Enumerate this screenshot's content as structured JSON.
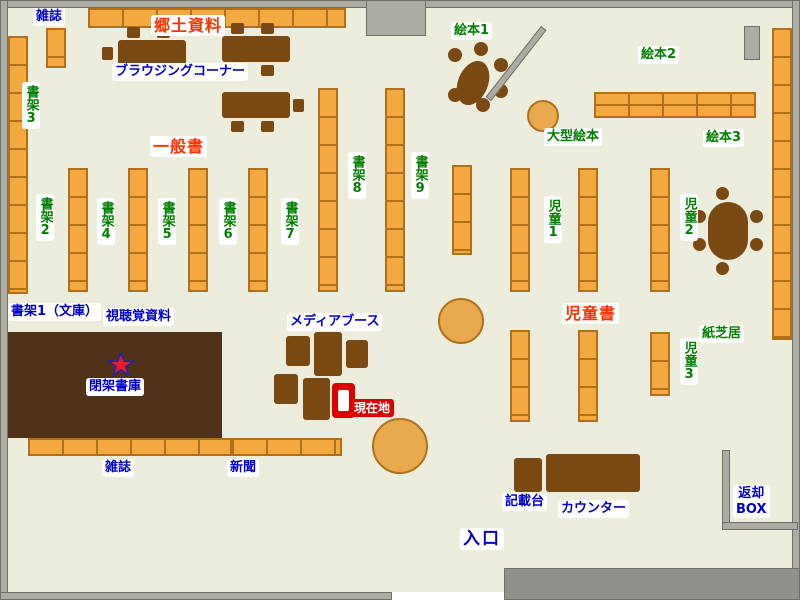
{
  "colors": {
    "floor": "#EDEDDE",
    "wall-fill": "#ACACA2",
    "wall-edge": "#70706A",
    "wall-dark": "#90908A",
    "shelf-fill": "#F3A93F",
    "shelf-edge": "#B3701A",
    "furniture": "#7B4A12",
    "stacks-fill": "#4F3217",
    "round-fill": "#E9A94E",
    "green": "#008000",
    "blue": "#0000CC",
    "red": "#FF3300",
    "marker-red": "#DD0000",
    "label-bg": "#FFFFFF"
  },
  "labels": {
    "magazines_top": "雑誌",
    "local_materials": "郷土資料",
    "browsing_corner": "ブラウジングコーナー",
    "general_books": "一般書",
    "shelf1_bunko": "書架1（文庫）",
    "shelf2": "書架2",
    "shelf3": "書架3",
    "shelf4": "書架4",
    "shelf5": "書架5",
    "shelf6": "書架6",
    "shelf7": "書架7",
    "shelf8": "書架8",
    "shelf9": "書架9",
    "picture_books1": "絵本1",
    "picture_books2": "絵本2",
    "picture_books3": "絵本3",
    "large_picture_books": "大型絵本",
    "children1": "児童1",
    "children2": "児童2",
    "children3": "児童3",
    "children_books": "児童書",
    "kamishibai": "紙芝居",
    "audio_visual": "視聴覚資料",
    "media_booth": "メディアブース",
    "closed_stacks": "閉架書庫",
    "current_location": "現在地",
    "magazines_bottom": "雑誌",
    "newspapers": "新聞",
    "writing_stand": "記載台",
    "counter": "カウンター",
    "return_box": "返却\nBOX",
    "entrance": "入口"
  }
}
